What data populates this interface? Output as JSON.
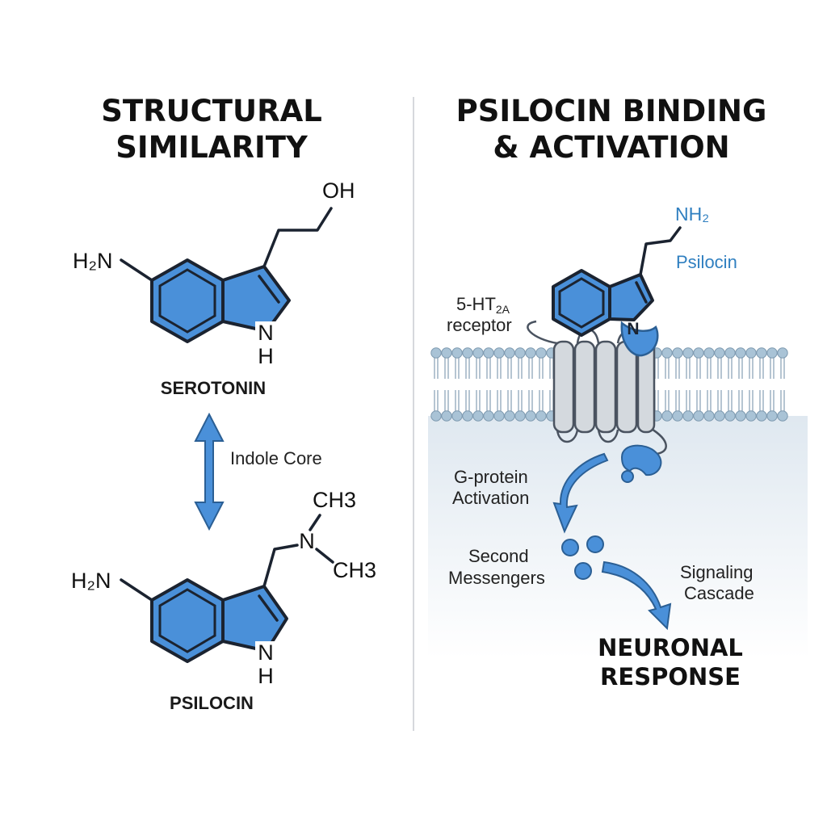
{
  "left_panel": {
    "title_line1": "STRUCTURAL",
    "title_line2": "SIMILARITY",
    "serotonin": {
      "name": "SEROTONIN",
      "amine": "H₂N",
      "hydroxyl": "OH",
      "ring_n": "N",
      "ring_h": "H"
    },
    "arrow_label": "Indole Core",
    "psilocin": {
      "name": "PSILOCIN",
      "amine": "H₂N",
      "n_atom": "N",
      "methyl_top": "CH3",
      "methyl_bottom": "CH3",
      "ring_n": "N",
      "ring_h": "H"
    }
  },
  "right_panel": {
    "title_line1": "PSILOCIN BINDING",
    "title_line2": "& ACTIVATION",
    "ligand_amine": "NH₂",
    "ligand_name": "Psilocin",
    "ligand_n": "N",
    "receptor_label_prefix": "5-HT",
    "receptor_label_sub": "2A",
    "receptor_label_line2": "receptor",
    "g_protein_line1": "G-protein",
    "g_protein_line2": "Activation",
    "second_line1": "Second",
    "second_line2": "Messengers",
    "cascade_line1": "Signaling",
    "cascade_line2": "Cascade",
    "response_line1": "NEURONAL",
    "response_line2": "RESPONSE"
  },
  "colors": {
    "molecule_blue": "#4a90d9",
    "label_blue": "#2f7fc0",
    "membrane_head": "#a9c3d6",
    "helix_gray": "#d4d9de"
  }
}
